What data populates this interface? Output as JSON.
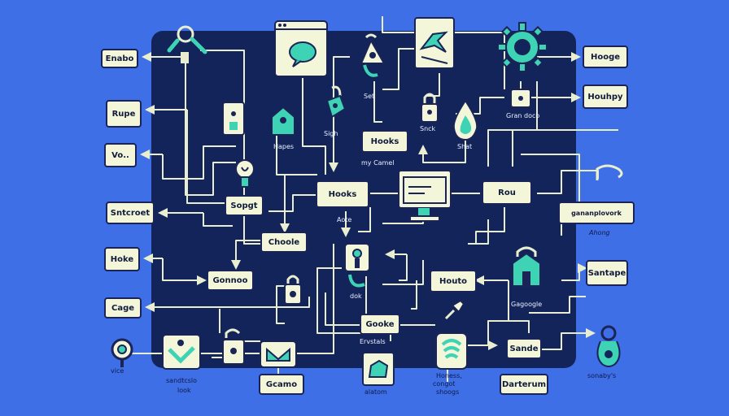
{
  "left_nodes": [
    "Enabo",
    "Rupe",
    "Vo..",
    "Sntcroet",
    "Hoke",
    "Cage"
  ],
  "right_nodes": [
    "Hooge",
    "Houhpy",
    "Santape"
  ],
  "center_nodes": {
    "hooks_top": "Hooks",
    "hooks_mid": "Hooks",
    "rou": "Rou",
    "choole": "Choole",
    "gonnoo": "Gonnoo",
    "houto": "Houto",
    "gooke": "Gooke",
    "sande": "Sande",
    "ganan": "gananplovork",
    "sopgt": "Sopgt",
    "gcamo": "Gcamo",
    "darterum": "Darterum"
  },
  "labels": {
    "set": "Set",
    "snck": "Snck",
    "gran_doco": "Gran doco",
    "hapes": "Hapes",
    "sigh": "Sigh",
    "shat": "Shat",
    "my_camel": "my Camel",
    "aote": "Aote",
    "dok": "dok",
    "ervstals": "Ervstals",
    "gagoogle": "Gagoogle",
    "ahong": "Ahong",
    "vice": "vice",
    "sandtole": "sandtcslo",
    "look": "look",
    "alatom": "alatom",
    "honess": "Honess,",
    "conget": "congot",
    "shoogs": "shoogs",
    "sonaby": "sonaby's"
  },
  "colors": {
    "background": "#3f6fe6",
    "panel": "#13245a",
    "node_fill": "#f4f6d9",
    "wire": "#e8eecf",
    "accent": "#3fd3b5"
  },
  "icons": [
    "browser-chat-icon",
    "bird-window-icon",
    "gear-icon",
    "bell-icon",
    "lock-icon",
    "padlock-icon",
    "lightbulb-icon",
    "drop-icon",
    "house-icon",
    "monitor-icon",
    "key-icon",
    "map-icon",
    "wifi-icon",
    "hook-icon",
    "pin-icon"
  ]
}
